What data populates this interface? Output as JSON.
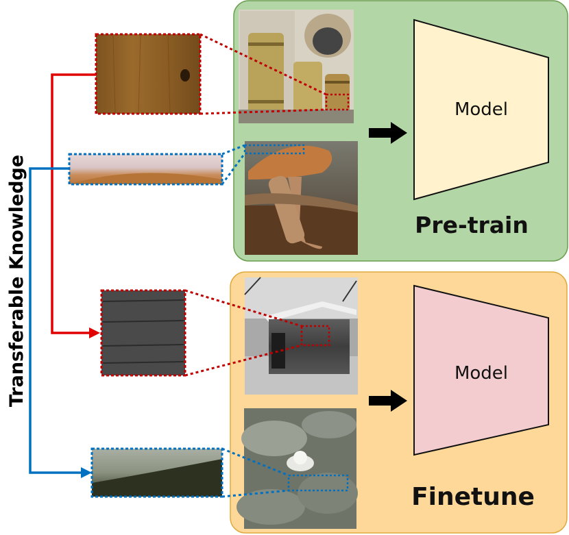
{
  "axis_label": "Transferable Knowledge",
  "pretrain": {
    "stage_label": "Pre-train",
    "model_label": "Model",
    "panel_color": "#b3d6a6",
    "model_color": "#fff2cc",
    "images": [
      "wooden-buckets-photo",
      "mushroom-photo"
    ]
  },
  "finetune": {
    "stage_label": "Finetune",
    "model_label": "Model",
    "panel_color": "#fdd898",
    "model_color": "#f2cccf",
    "images": [
      "wooden-shed-snow-photo",
      "water-lily-photo"
    ]
  },
  "patches": [
    {
      "name": "wood-grain-patch",
      "link_color": "#e00000"
    },
    {
      "name": "mushroom-cap-patch",
      "link_color": "#0070c0"
    },
    {
      "name": "shed-wood-patch",
      "link_color": "#e00000"
    },
    {
      "name": "lily-pad-patch",
      "link_color": "#0070c0"
    }
  ]
}
